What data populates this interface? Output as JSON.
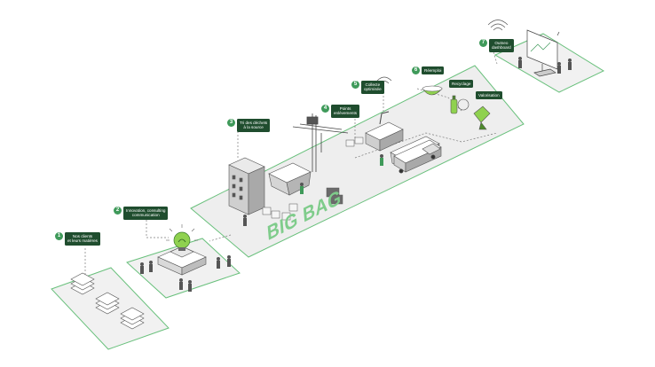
{
  "brand": "BIG BAG",
  "colors": {
    "accent": "#3f9a5a",
    "label_bg": "#1f4d2e",
    "platform": "#eeeeee",
    "platform_edge": "#69c07c",
    "brand_text": "#7fcc8b",
    "lightbulb": "#8fd14f"
  },
  "steps": [
    {
      "number": "1",
      "label": "Nos clients\net leurs matières"
    },
    {
      "number": "2",
      "label": "Innovation, consulting\ncommunication"
    },
    {
      "number": "3",
      "label": "Tri des déchets\nà la source"
    },
    {
      "number": "4",
      "label": "Points\nenlèvements"
    },
    {
      "number": "5",
      "label": "Collecte\noptimisée"
    },
    {
      "number": "6",
      "label": "Réemploi"
    },
    {
      "number": "7",
      "label": "Outneo\ndashboard"
    }
  ],
  "sub_labels": [
    "Recyclage",
    "Valorisation"
  ],
  "icons": [
    "wifi-icon",
    "lightbulb-icon",
    "monitor-icon",
    "truck-icon",
    "crane-icon",
    "building-icon",
    "person-icon"
  ]
}
